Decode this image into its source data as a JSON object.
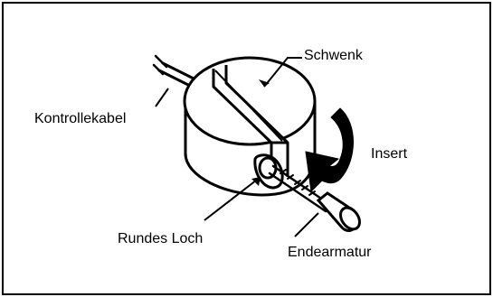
{
  "labels": {
    "swivel": "Schwenk",
    "control_cable": "Kontrollekabel",
    "insert": "Insert",
    "round_hole": "Rundes Loch",
    "end_fitting": "Endearmatur"
  }
}
